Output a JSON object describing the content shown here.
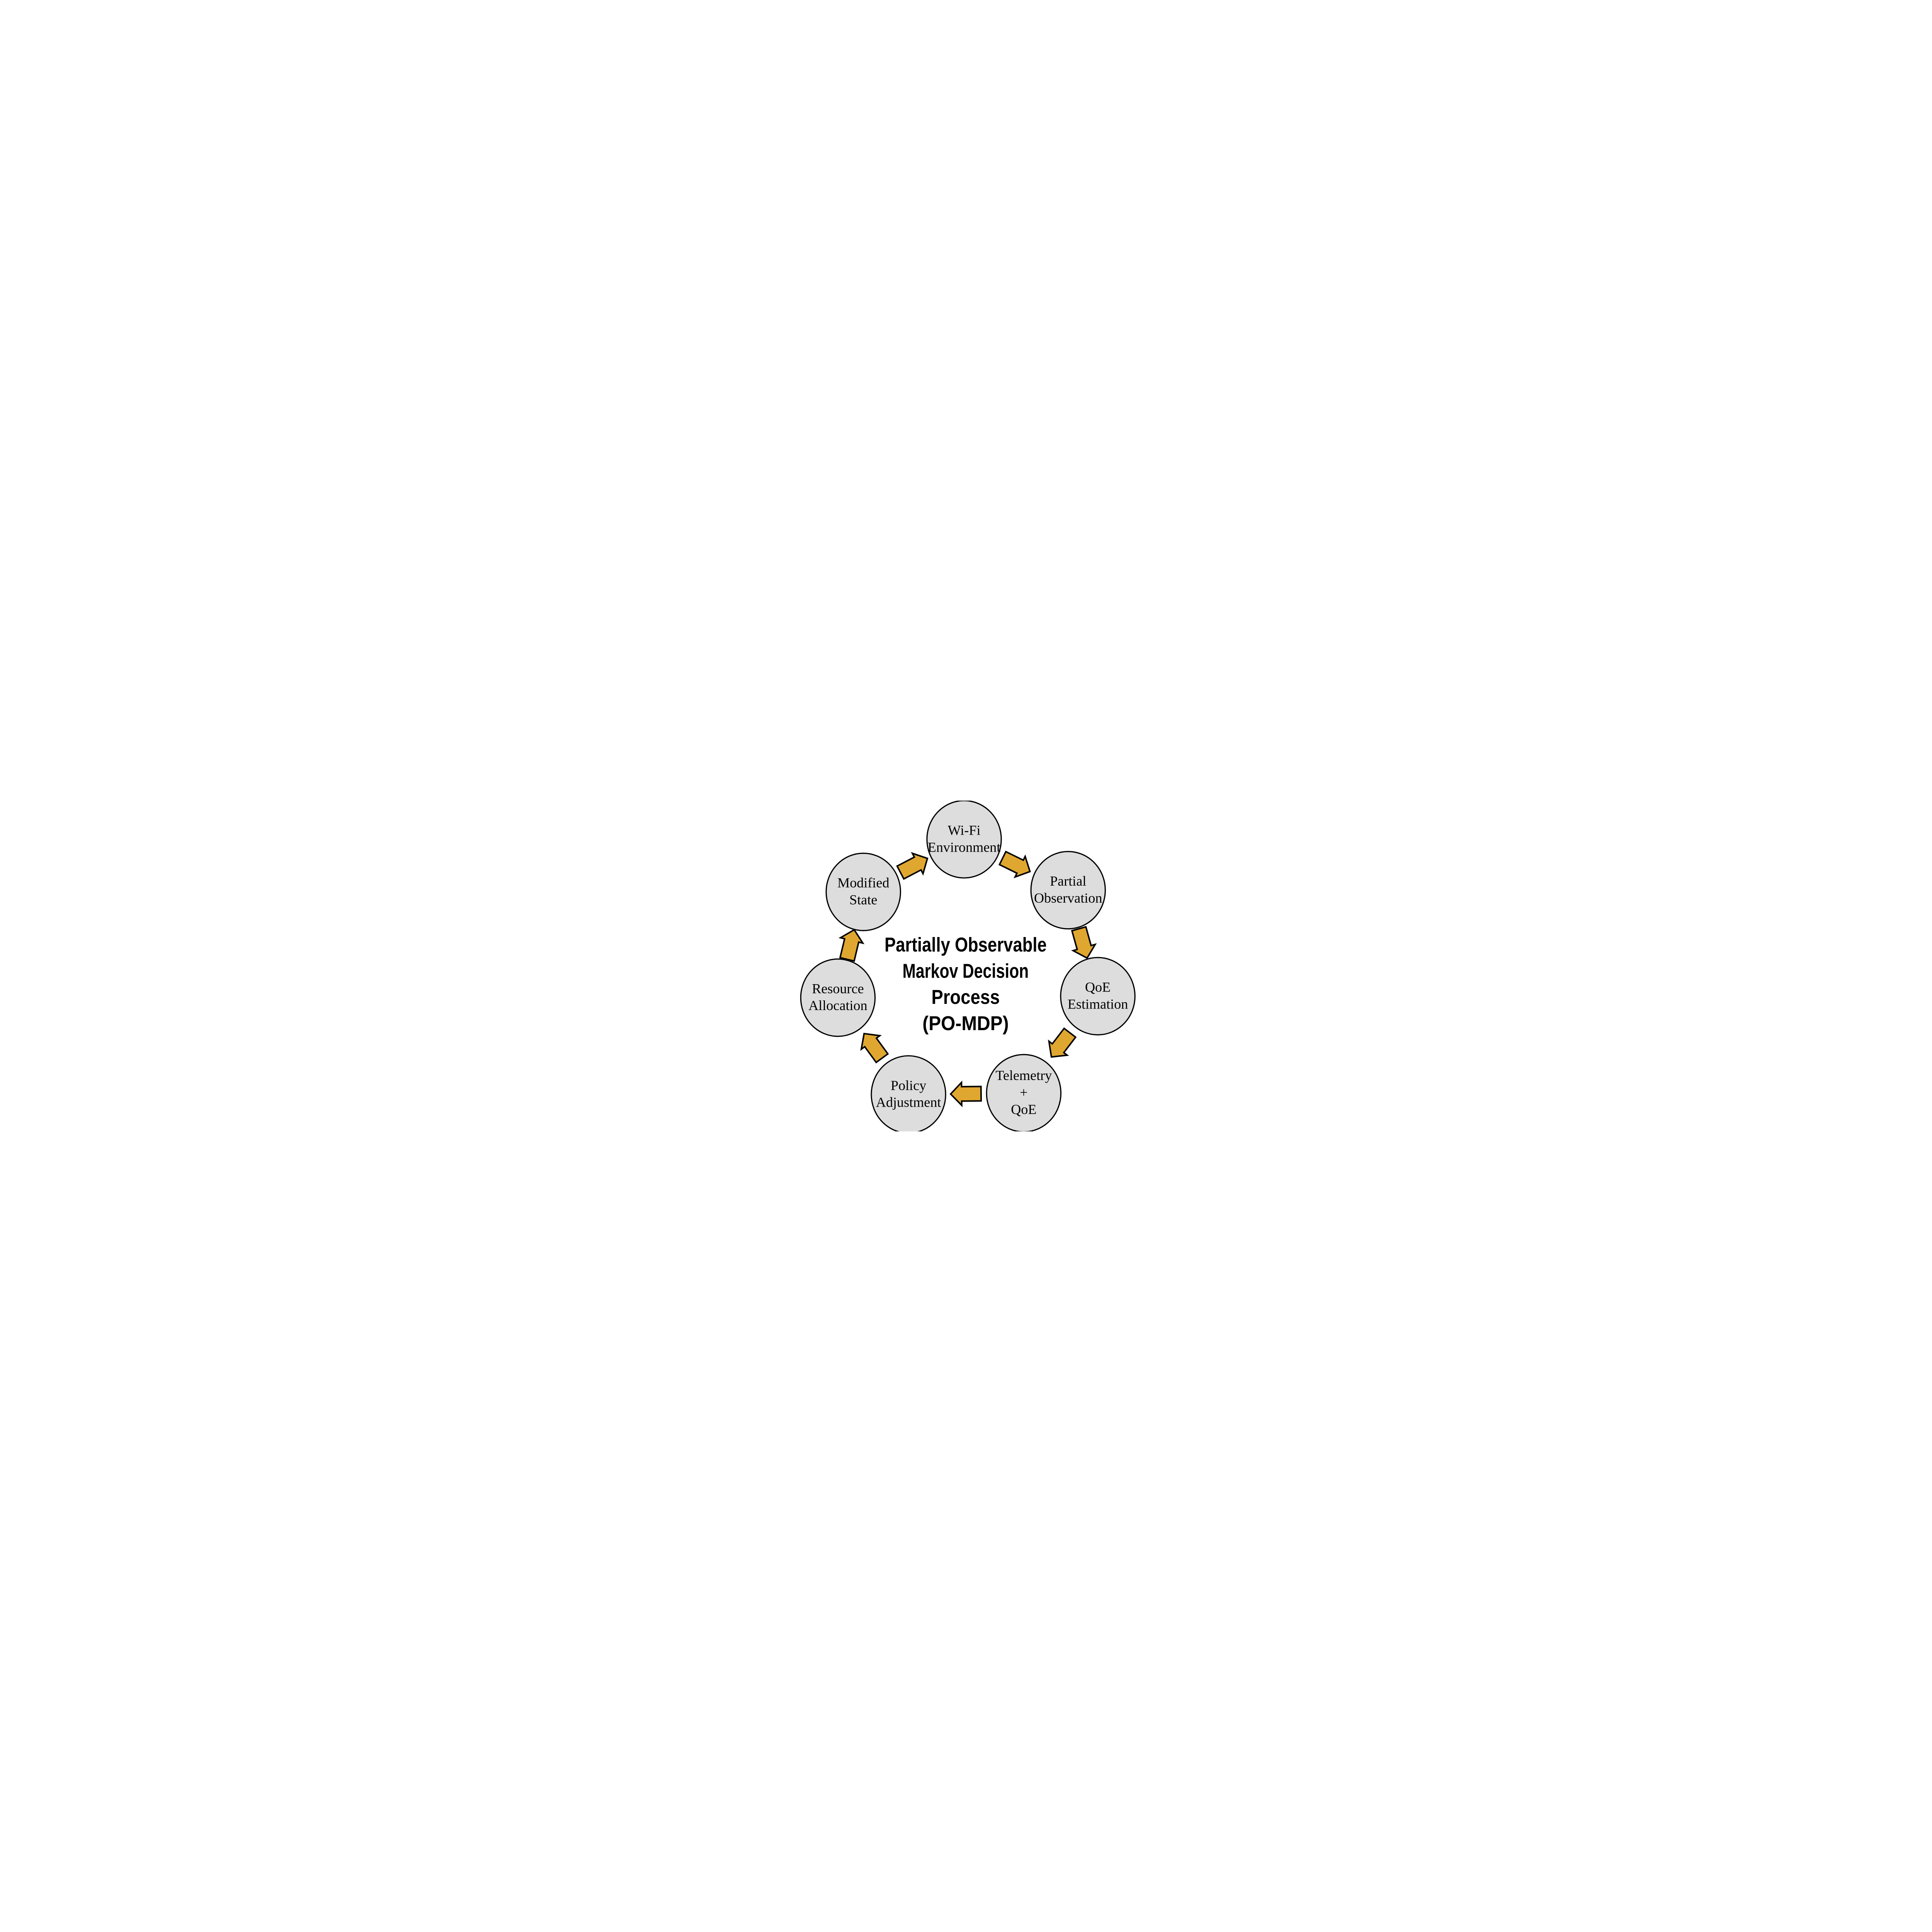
{
  "diagram": {
    "title_lines": [
      "Partially Observable",
      "Markov Decision",
      "Process",
      "(PO-MDP)"
    ],
    "nodes": [
      {
        "id": "wifi-environment",
        "lines": [
          "Wi-Fi",
          "Environment"
        ]
      },
      {
        "id": "partial-observation",
        "lines": [
          "Partial",
          "Observation"
        ]
      },
      {
        "id": "qoe-estimation",
        "lines": [
          "QoE",
          "Estimation"
        ]
      },
      {
        "id": "telemetry-qoe",
        "lines": [
          "Telemetry",
          "+",
          "QoE"
        ]
      },
      {
        "id": "policy-adjustment",
        "lines": [
          "Policy",
          "Adjustment"
        ]
      },
      {
        "id": "resource-allocation",
        "lines": [
          "Resource",
          "Allocation"
        ]
      },
      {
        "id": "modified-state",
        "lines": [
          "Modified",
          "State"
        ]
      }
    ],
    "edges": [
      {
        "from": "modified-state",
        "to": "wifi-environment"
      },
      {
        "from": "wifi-environment",
        "to": "partial-observation"
      },
      {
        "from": "partial-observation",
        "to": "qoe-estimation"
      },
      {
        "from": "qoe-estimation",
        "to": "telemetry-qoe"
      },
      {
        "from": "telemetry-qoe",
        "to": "policy-adjustment"
      },
      {
        "from": "policy-adjustment",
        "to": "resource-allocation"
      },
      {
        "from": "resource-allocation",
        "to": "modified-state"
      }
    ],
    "colors": {
      "node_fill": "#DDDDDD",
      "node_stroke": "#000000",
      "arrow_fill": "#E0A730",
      "arrow_stroke": "#000000",
      "text": "#000000",
      "background": "#FFFFFF"
    }
  }
}
